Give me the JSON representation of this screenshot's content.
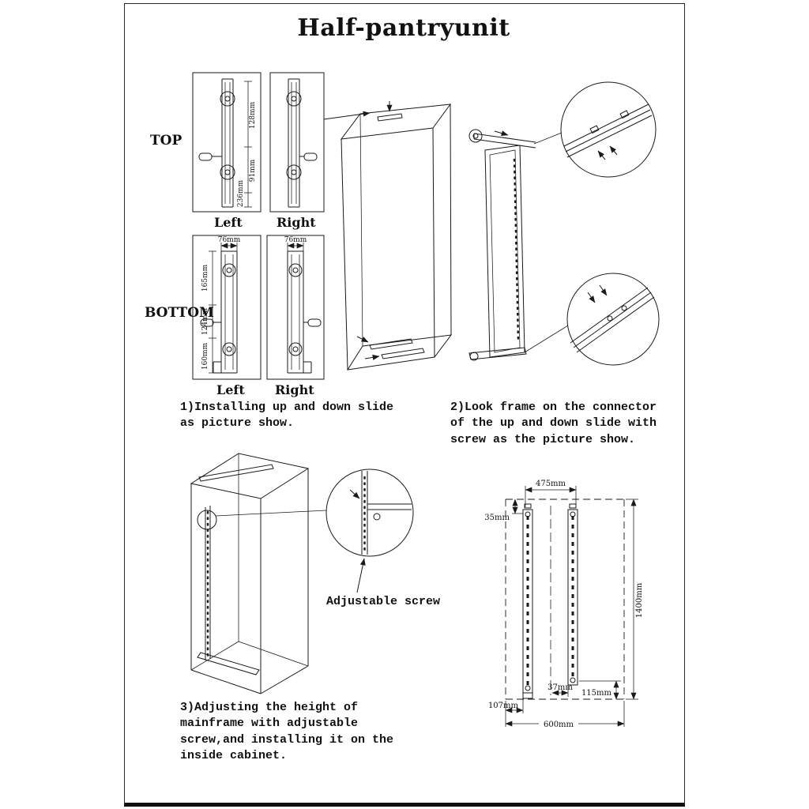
{
  "page": {
    "title": "Half-pantryunit"
  },
  "colors": {
    "ink": "#1a1a1a",
    "paper": "#ffffff"
  },
  "labels": {
    "top": "TOP",
    "bottom": "BOTTOM",
    "top_left": "Left",
    "top_right": "Right",
    "bottom_left": "Left",
    "bottom_right": "Right"
  },
  "steps": {
    "step1": "1)Installing up and down slide\nas picture show.",
    "step2": "2)Look frame on the connector\nof the up and down slide with\nscrew as the picture show.",
    "step3": "3)Adjusting the height of\nmainframe with adjustable\nscrew,and installing it on the\ninside cabinet.",
    "adjustable_screw": "Adjustable screw"
  },
  "dimensions": {
    "top_rail": {
      "d1": "128mm",
      "d2": "91mm",
      "d3": "236mm"
    },
    "bottom_rail": {
      "width_left": "76mm",
      "width_right": "76mm",
      "d1": "165mm",
      "d2": "124mm",
      "d3": "160mm"
    },
    "front_view": {
      "inner_width": "475mm",
      "top_offset": "35mm",
      "height": "1400mm",
      "bottom_offset": "115mm",
      "slot_offset": "37mm",
      "side_offset": "107mm",
      "overall_width": "600mm"
    }
  }
}
